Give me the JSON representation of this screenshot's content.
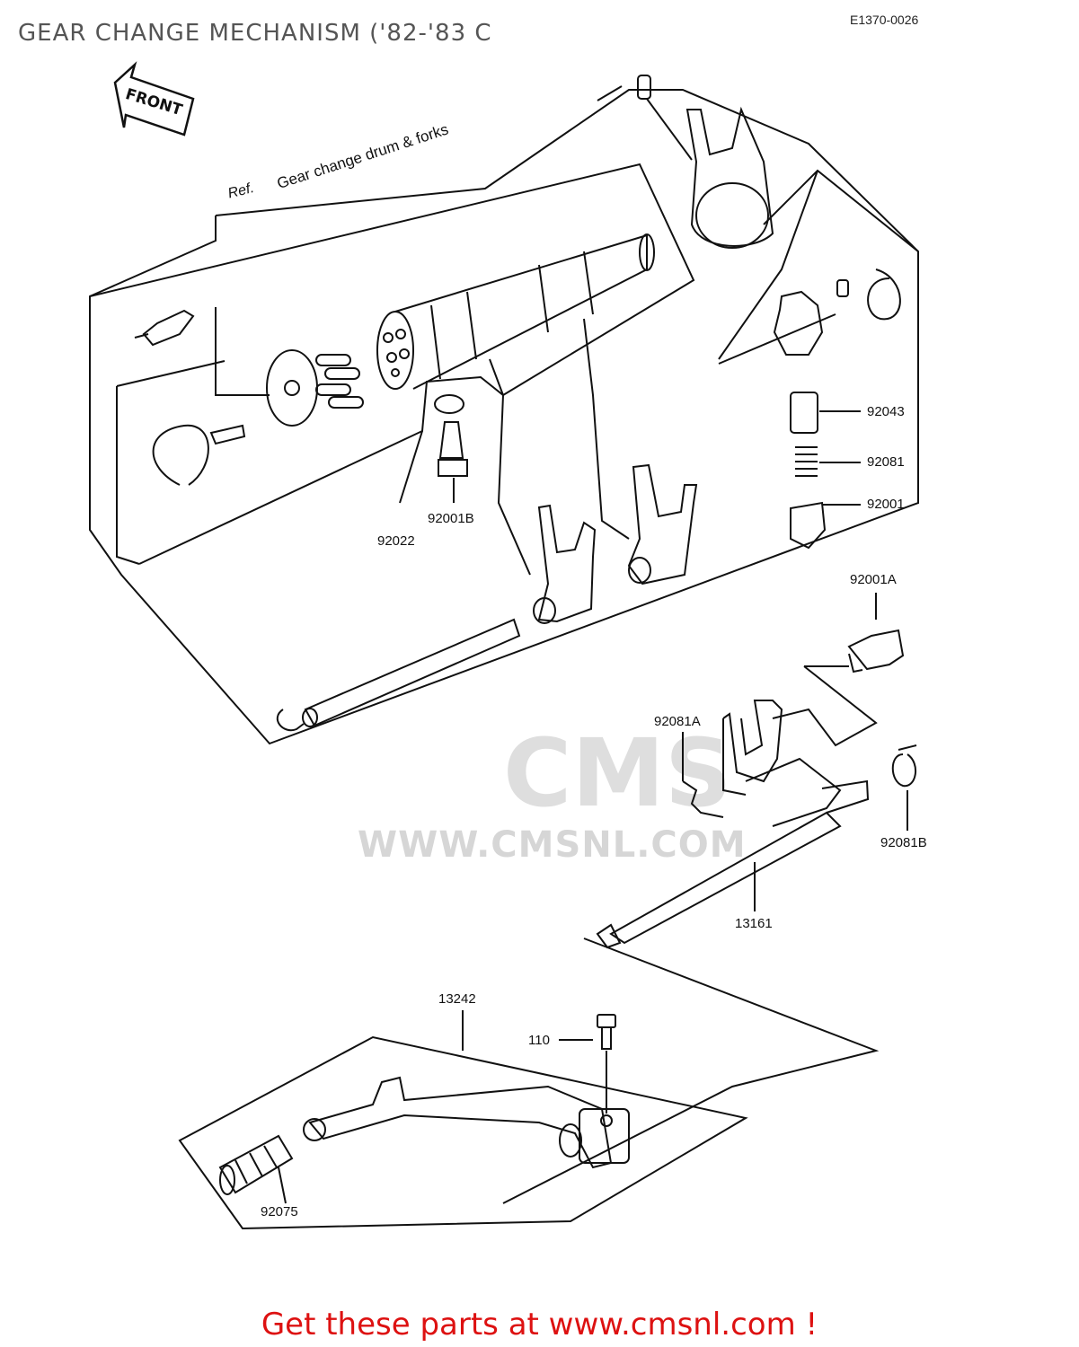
{
  "header": {
    "title": "GEAR CHANGE MECHANISM ('82-'83 C",
    "diagram_code": "E1370-0026"
  },
  "direction": {
    "front_label": "FRONT"
  },
  "reference": {
    "ref_label": "Ref.",
    "ref_title": "Gear change drum & forks"
  },
  "watermark": {
    "logo": "CMS",
    "site": "WWW.CMSNL.COM"
  },
  "parts": {
    "p92043": "92043",
    "p92081": "92081",
    "p92001": "92001",
    "p92022": "92022",
    "p92001B": "92001B",
    "p92001A": "92001A",
    "p92081A": "92081A",
    "p92081B": "92081B",
    "p13161": "13161",
    "p13242": "13242",
    "p110": "110",
    "p92075": "92075"
  },
  "footer": {
    "link_text": "Get these parts at www.cmsnl.com !"
  }
}
